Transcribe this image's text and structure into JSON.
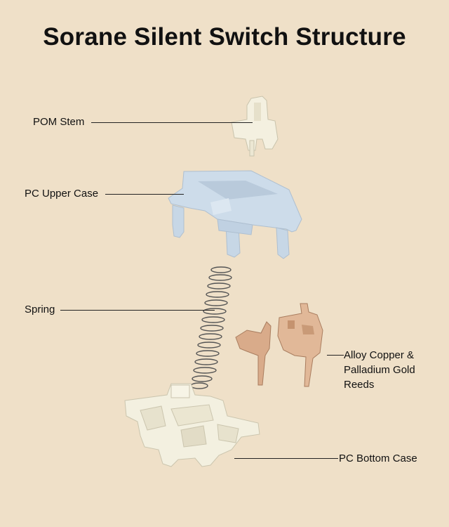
{
  "title": "Sorane Silent Switch Structure",
  "parts": {
    "stem": {
      "label": "POM Stem"
    },
    "upper_case": {
      "label": "PC Upper Case"
    },
    "spring": {
      "label": "Spring"
    },
    "reeds": {
      "label": "Alloy Copper & Palladium Gold Reeds"
    },
    "bottom_case": {
      "label": "PC Bottom Case"
    }
  },
  "colors": {
    "background": "#efe0c8",
    "stem": "#f4f0e0",
    "upper_case": "#cddcea",
    "bottom_case": "#f3f0e0",
    "reeds": "#d9ab8a",
    "spring": "#555555"
  }
}
